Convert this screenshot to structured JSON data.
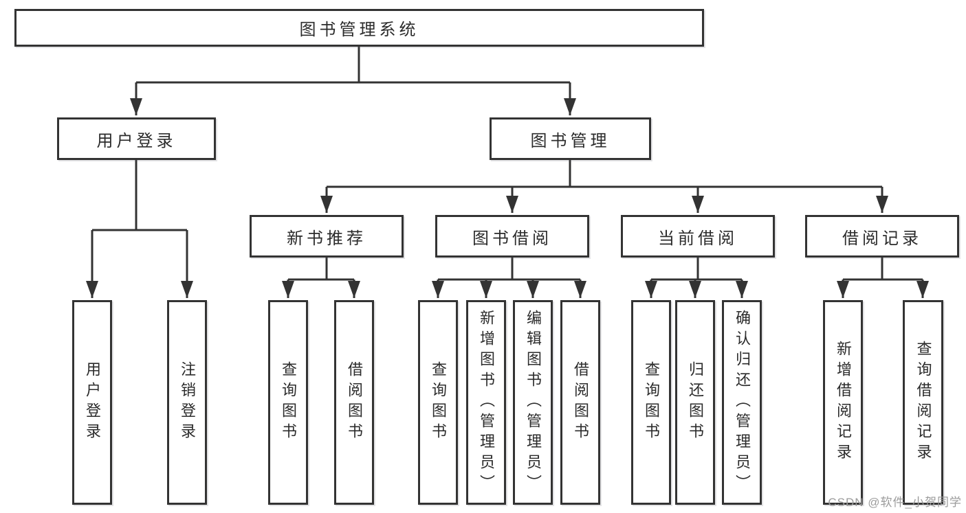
{
  "theme": {
    "background": "#ffffff",
    "line": "#333333",
    "box-border": "#333333",
    "text": "#2b2b2b",
    "watermark": "#9b9b9b"
  },
  "diagram": {
    "root": {
      "label": "图书管理系统"
    },
    "branches": [
      {
        "label": "用户登录",
        "children": [
          {
            "label": "用户登录"
          },
          {
            "label": "注销登录"
          }
        ]
      },
      {
        "label": "图书管理",
        "children": [
          {
            "label": "新书推荐",
            "children": [
              {
                "label": "查询图书"
              },
              {
                "label": "借阅图书"
              }
            ]
          },
          {
            "label": "图书借阅",
            "children": [
              {
                "label": "查询图书"
              },
              {
                "label": "新增图书（管理员）"
              },
              {
                "label": "编辑图书（管理员）"
              },
              {
                "label": "借阅图书"
              }
            ]
          },
          {
            "label": "当前借阅",
            "children": [
              {
                "label": "查询图书"
              },
              {
                "label": "归还图书"
              },
              {
                "label": "确认归还（管理员）"
              }
            ]
          },
          {
            "label": "借阅记录",
            "children": [
              {
                "label": "新增借阅记录"
              },
              {
                "label": "查询借阅记录"
              }
            ]
          }
        ]
      }
    ]
  },
  "watermark": {
    "text": "CSDN @软件_小贺同学"
  }
}
